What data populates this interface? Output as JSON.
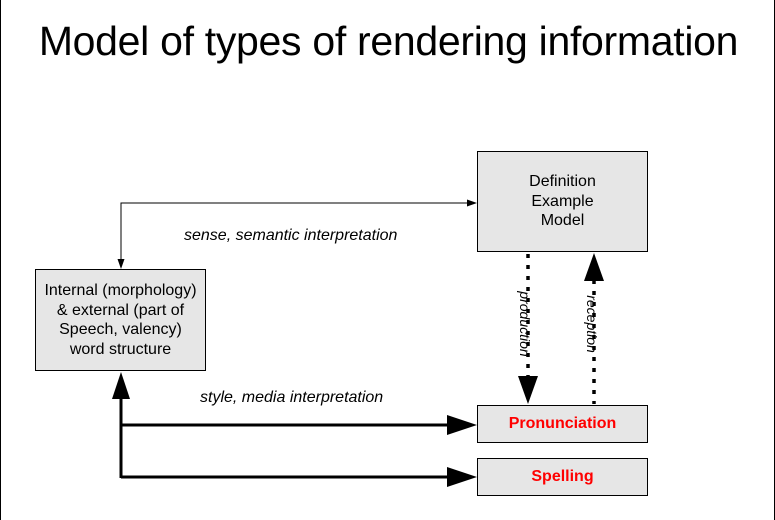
{
  "title": "Model of types of rendering information",
  "nodes": {
    "definition": {
      "lines": [
        "Definition",
        "Example",
        "Model"
      ]
    },
    "word_structure": {
      "lines": [
        "Internal (morphology)",
        "& external (part of",
        "Speech, valency)",
        "word structure"
      ]
    },
    "pronunciation": {
      "label": "Pronunciation"
    },
    "spelling": {
      "label": "Spelling"
    }
  },
  "edges": {
    "sense": {
      "label": "sense, semantic interpretation"
    },
    "style": {
      "label": "style, media interpretation"
    },
    "production": {
      "label": "production"
    },
    "reception": {
      "label": "reception"
    }
  },
  "colors": {
    "node_fill": "#e6e6e6",
    "accent_text": "#ff0000",
    "line": "#000000"
  }
}
